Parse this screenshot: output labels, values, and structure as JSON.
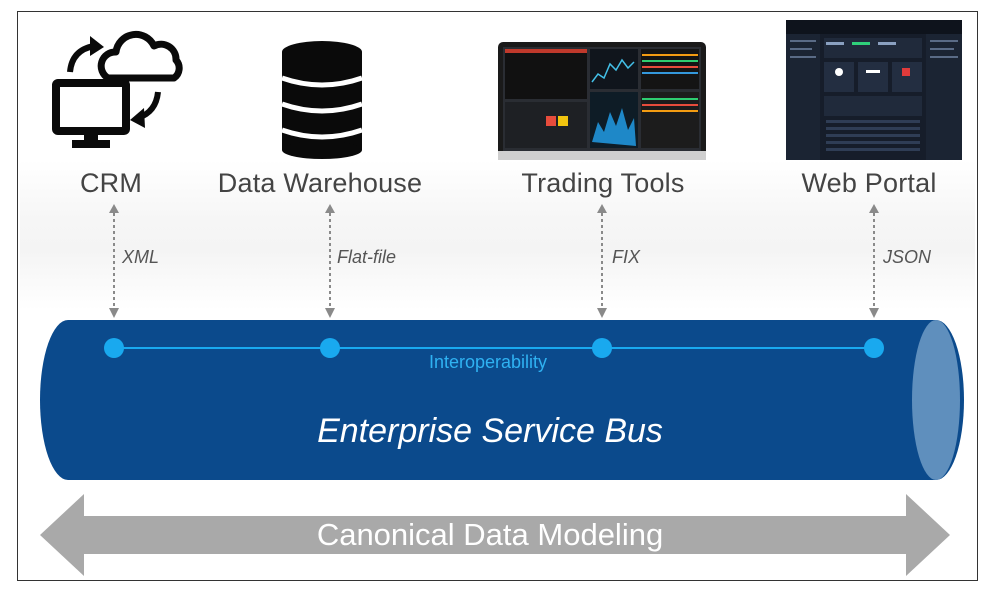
{
  "systems": [
    {
      "name": "CRM",
      "protocol": "XML",
      "icon": "crm-cloud-sync-icon"
    },
    {
      "name": "Data Warehouse",
      "protocol": "Flat-file",
      "icon": "database-icon"
    },
    {
      "name": "Trading Tools",
      "protocol": "FIX",
      "icon": "trading-terminal-screenshot"
    },
    {
      "name": "Web Portal",
      "protocol": "JSON",
      "icon": "web-portal-screenshot"
    }
  ],
  "bus": {
    "title": "Enterprise Service Bus",
    "line_label": "Interoperability"
  },
  "arrow": {
    "label": "Canonical Data Modeling"
  },
  "colors": {
    "bus_fill": "#0b4a8c",
    "bus_end": "#5f8fbd",
    "node": "#19a9ef",
    "arrow_fill": "#a9a9a9",
    "icon_dark": "#0a0a0a"
  }
}
